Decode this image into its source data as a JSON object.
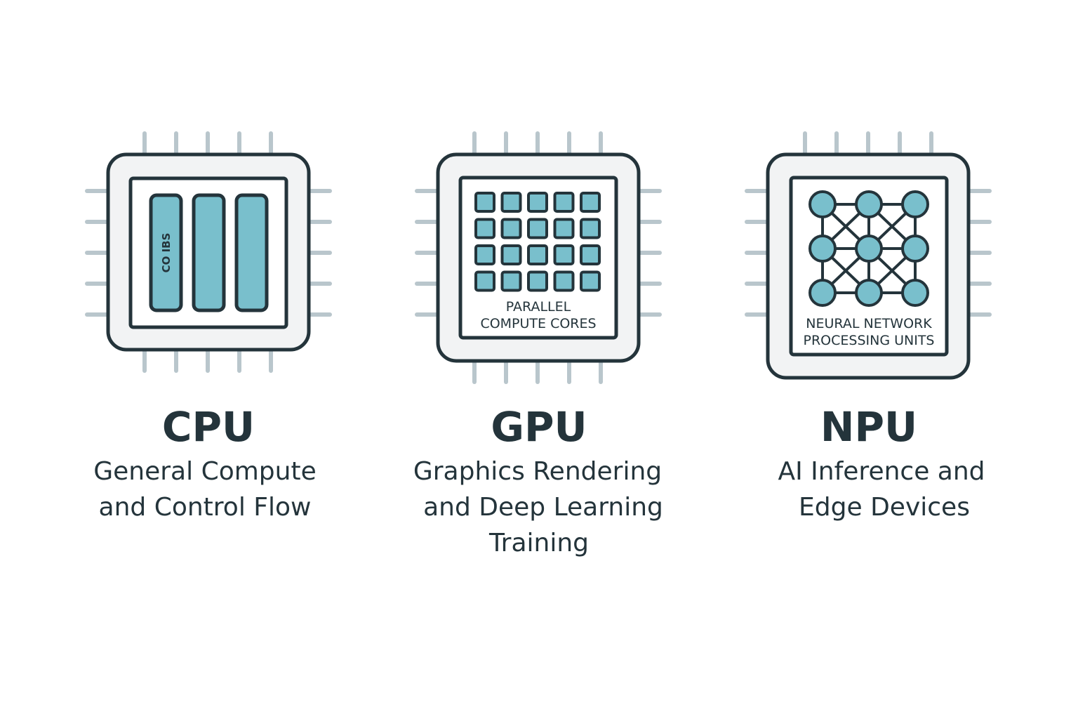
{
  "colors": {
    "background": "#ffffff",
    "outline": "#24343b",
    "chip_body": "#f2f3f4",
    "accent_teal": "#79bfcc",
    "pin": "#b9c6cc",
    "text": "#24343b"
  },
  "chips": [
    {
      "id": "cpu",
      "label": "CPU",
      "description_lines": [
        "General Compute",
        "and Control Flow"
      ],
      "core_text": "CO IBS",
      "inner_text_lines": [],
      "icon": "cpu-cores-icon"
    },
    {
      "id": "gpu",
      "label": "GPU",
      "description_lines": [
        "Graphics Rendering",
        "and Deep Learning",
        "Training"
      ],
      "inner_text_lines": [
        "PARALLEL",
        "COMPUTE CORES"
      ],
      "icon": "gpu-core-grid-icon"
    },
    {
      "id": "npu",
      "label": "NPU",
      "description_lines": [
        "AI Inference and",
        "Edge Devices"
      ],
      "inner_text_lines": [
        "NEURAL NETWORK",
        "PROCESSING UNITS"
      ],
      "icon": "neural-network-icon"
    }
  ]
}
